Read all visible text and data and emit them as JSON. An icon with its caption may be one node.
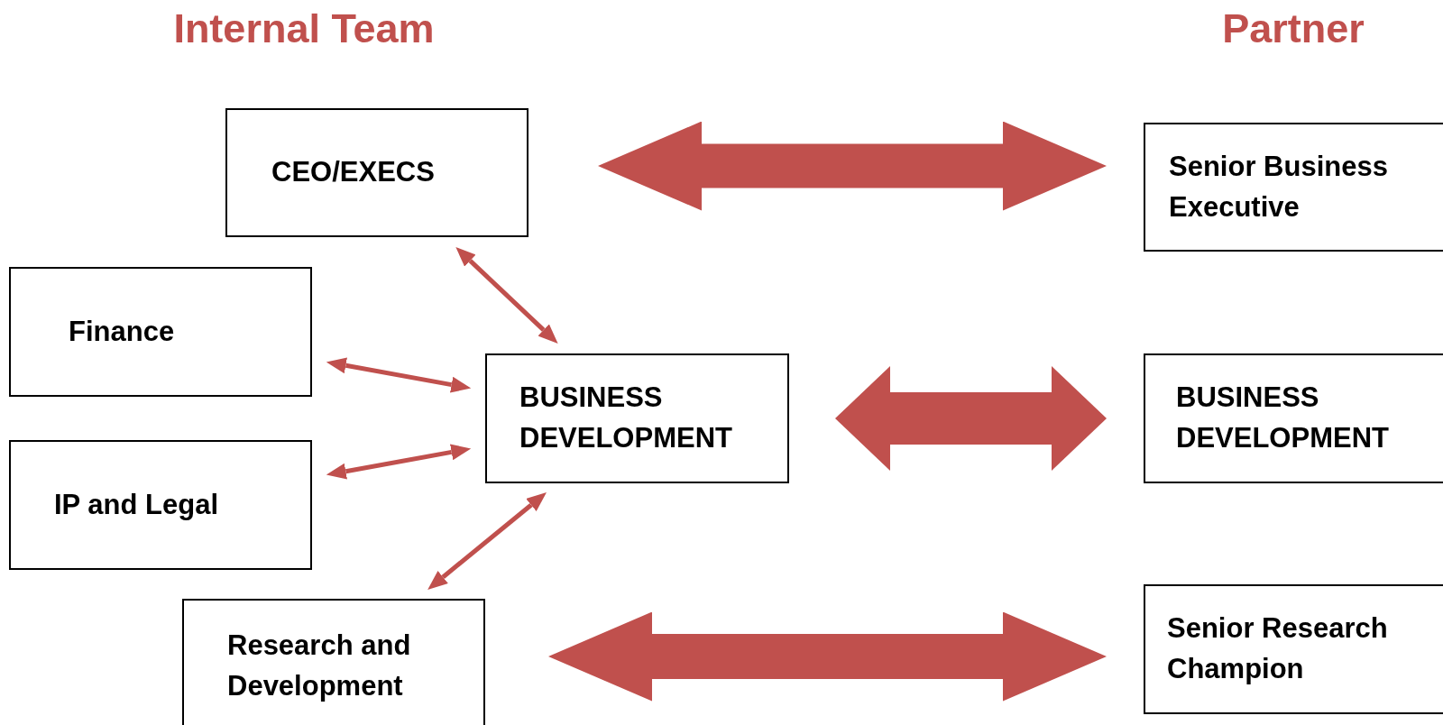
{
  "diagram": {
    "nodes": [
      {
        "text": [
          "CEO/EXECS"
        ]
      },
      {
        "text": [
          "Finance"
        ]
      },
      {
        "text": [
          "IP and Legal"
        ]
      },
      {
        "text": [
          "Research and Development"
        ]
      },
      {
        "text": [
          "BUSINESS DEVELOPMENT"
        ]
      },
      {
        "text": [
          "Senior Business Executive"
        ]
      },
      {
        "text": [
          "BUSINESS DEVELOPMENT"
        ]
      },
      {
        "text": [
          "Senior Research Champion"
        ]
      }
    ],
    "edges": [
      {
        "from": 4,
        "to": 0,
        "arrow": "both"
      },
      {
        "from": 4,
        "to": 1,
        "arrow": "both"
      },
      {
        "from": 4,
        "to": 2,
        "arrow": "both"
      },
      {
        "from": 4,
        "to": 3,
        "arrow": "both"
      },
      {
        "from": 0,
        "to": 5,
        "arrow": "both",
        "style": "thick"
      },
      {
        "from": 4,
        "to": 6,
        "arrow": "both",
        "style": "thick"
      },
      {
        "from": 3,
        "to": 7,
        "arrow": "both",
        "style": "thick"
      }
    ],
    "labels": [
      "Internal Team",
      "Partner"
    ]
  }
}
